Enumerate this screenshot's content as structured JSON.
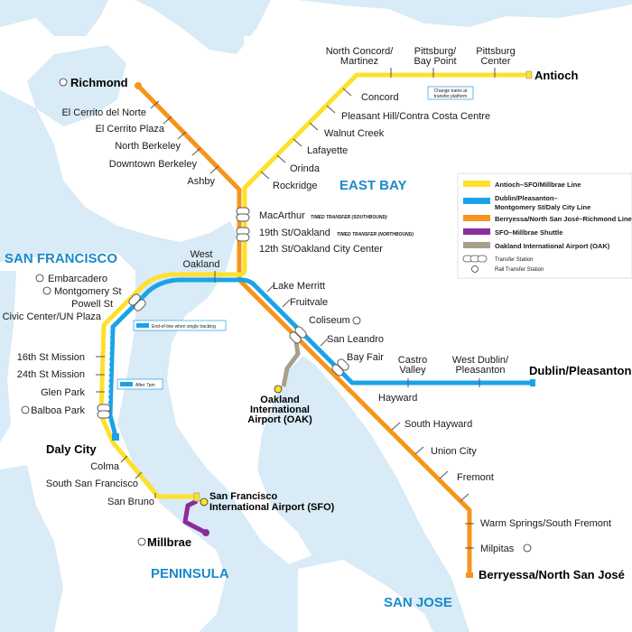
{
  "regions": {
    "east_bay": "EAST BAY",
    "san_francisco": "SAN FRANCISCO",
    "peninsula": "PENINSULA",
    "san_jose": "SAN JOSE"
  },
  "terminals": {
    "richmond": "Richmond",
    "antioch": "Antioch",
    "daly_city": "Daly City",
    "millbrae": "Millbrae",
    "dublin": "Dublin/Pleasanton",
    "berryessa": "Berryessa/North San José"
  },
  "stations": {
    "el_cerrito_norte": "El Cerrito del Norte",
    "el_cerrito_plaza": "El Cerrito Plaza",
    "north_berkeley": "North Berkeley",
    "downtown_berkeley": "Downtown Berkeley",
    "ashby": "Ashby",
    "north_concord_1": "North Concord/",
    "north_concord_2": "Martinez",
    "pittsburg_bay_point_1": "Pittsburg/",
    "pittsburg_bay_point_2": "Bay Point",
    "pittsburg_center_1": "Pittsburg",
    "pittsburg_center_2": "Center",
    "concord": "Concord",
    "pleasant_hill": "Pleasant Hill/Contra Costa Centre",
    "walnut_creek": "Walnut Creek",
    "lafayette": "Lafayette",
    "orinda": "Orinda",
    "rockridge": "Rockridge",
    "macarthur": "MacArthur",
    "nineteenth_st": "19th St/Oakland",
    "twelfth_st": "12th St/Oakland City Center",
    "west_oakland_1": "West",
    "west_oakland_2": "Oakland",
    "lake_merritt": "Lake Merritt",
    "fruitvale": "Fruitvale",
    "coliseum": "Coliseum",
    "san_leandro": "San Leandro",
    "bay_fair": "Bay Fair",
    "castro_valley_1": "Castro",
    "castro_valley_2": "Valley",
    "west_dublin_1": "West Dublin/",
    "west_dublin_2": "Pleasanton",
    "hayward": "Hayward",
    "south_hayward": "South Hayward",
    "union_city": "Union City",
    "fremont": "Fremont",
    "warm_springs": "Warm Springs/South Fremont",
    "milpitas": "Milpitas",
    "embarcadero": "Embarcadero",
    "montgomery": "Montgomery St",
    "powell": "Powell St",
    "civic_center": "Civic Center/UN Plaza",
    "sixteenth": "16th St Mission",
    "twentyfourth": "24th St Mission",
    "glen_park": "Glen Park",
    "balboa_park": "Balboa Park",
    "colma": "Colma",
    "south_sf": "South San Francisco",
    "san_bruno": "San Bruno",
    "sfo_1": "San Francisco",
    "sfo_2": "International Airport (SFO)",
    "oak_1": "Oakland",
    "oak_2": "International",
    "oak_3": "Airport (OAK)"
  },
  "notes": {
    "timed_southbound": "TIMED TRANSFER (SOUTHBOUND)",
    "timed_northbound": "TIMED TRANSFER (NORTHBOUND)",
    "change_trains_1": "Change trains at",
    "change_trains_2": "transfer platform",
    "end_of_line": "End-of-line when single tracking",
    "after_7pm": "After 7pm"
  },
  "legend": {
    "items": [
      {
        "label": "Antioch–SFO/Millbrae Line",
        "label2": "",
        "color": "#ffe02b"
      },
      {
        "label": "Dublin/Pleasanton–",
        "label2": "Montgomery St/Daly City Line",
        "color": "#1aa3e8"
      },
      {
        "label": "Berryessa/North San José–Richmond Line",
        "label2": "",
        "color": "#f7941d"
      },
      {
        "label": "SFO–Millbrae Shuttle",
        "label2": "",
        "color": "#8b2c9c"
      },
      {
        "label": "Oakland International Airport (OAK)",
        "label2": "",
        "color": "#a7a08a"
      }
    ],
    "transfer_station": "Transfer Station",
    "rail_transfer_station": "Rail Transfer Station"
  },
  "colors": {
    "water": "#d8ebf6",
    "land": "#ffffff",
    "region_label": "#1a8ac9",
    "yellow": "#ffe02b",
    "blue": "#1aa3e8",
    "orange": "#f7941d",
    "purple": "#8b2c9c",
    "grey": "#a7a08a"
  }
}
